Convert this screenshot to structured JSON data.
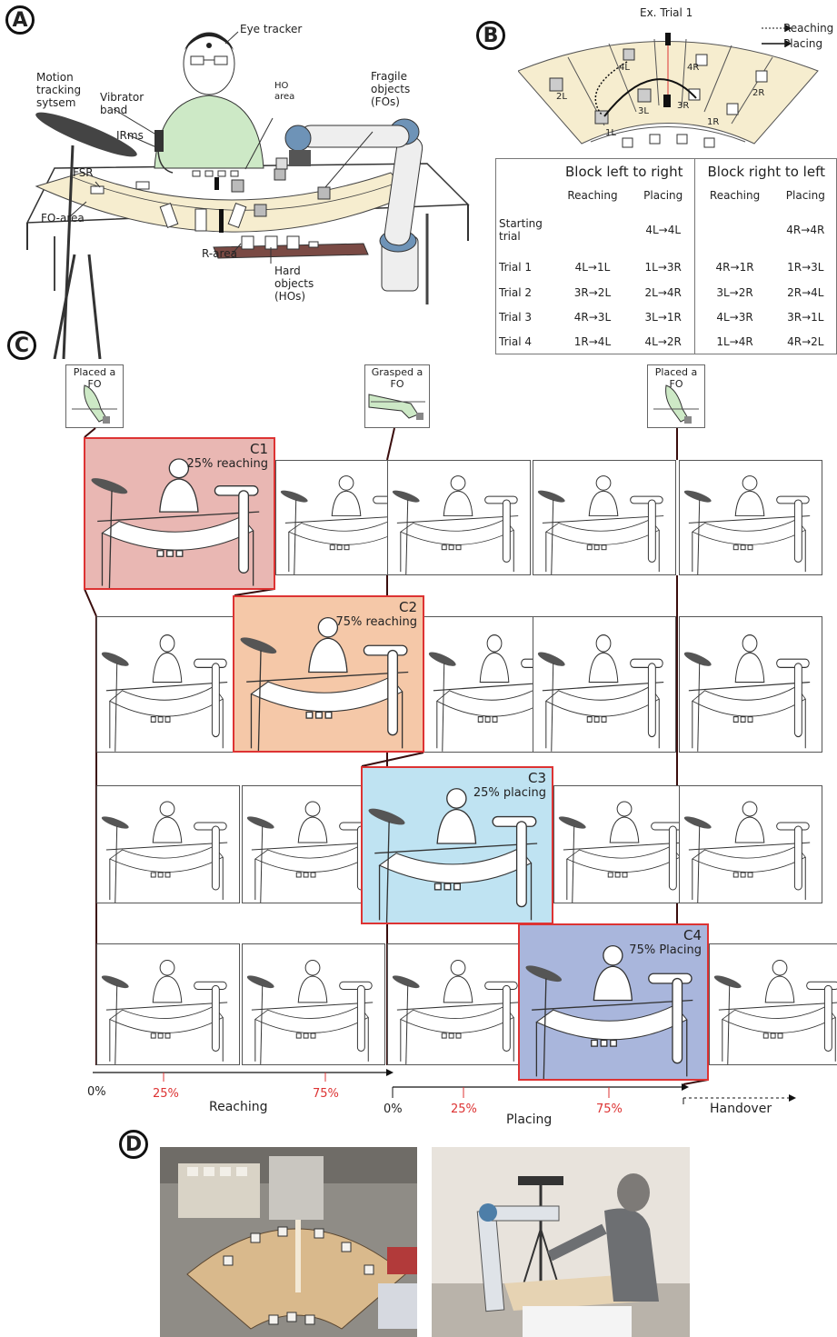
{
  "panels": {
    "a": "A",
    "b": "B",
    "c": "C",
    "d": "D"
  },
  "panel_a": {
    "eye_tracker": "Eye tracker",
    "motion_tracking": [
      "Motion",
      "tracking",
      "sytsem"
    ],
    "vibrator_band": [
      "Vibrator",
      "band"
    ],
    "irms": "IRms",
    "fsr": "FSR",
    "ho_area": [
      "HO",
      "area"
    ],
    "fragile_objects": [
      "Fragile",
      "objects",
      "(FOs)"
    ],
    "fo_area": "FO-area",
    "r_area": "R-area",
    "hard_objects": [
      "Hard",
      "objects",
      "(HOs)"
    ]
  },
  "panel_b": {
    "example_title": "Ex. Trial 1",
    "legend_reaching": "Reaching",
    "legend_placing": "Placing",
    "slot_labels": [
      "2L",
      "4L",
      "1L",
      "3L",
      "3R",
      "4R",
      "2R",
      "1R"
    ],
    "table": {
      "header_left": "Block left to right",
      "header_right": "Block right to left",
      "sub_reaching": "Reaching",
      "sub_placing": "Placing",
      "rows": [
        {
          "label": "Starting trial",
          "l_reach": "",
          "l_place": "4L→4L",
          "r_reach": "",
          "r_place": "4R→4R"
        },
        {
          "label": "Trial 1",
          "l_reach": "4L→1L",
          "l_place": "1L→3R",
          "r_reach": "4R→1R",
          "r_place": "1R→3L"
        },
        {
          "label": "Trial 2",
          "l_reach": "3R→2L",
          "l_place": "2L→4R",
          "r_reach": "3L→2R",
          "r_place": "2R→4L"
        },
        {
          "label": "Trial 3",
          "l_reach": "4R→3L",
          "l_place": "3L→1R",
          "r_reach": "4L→3R",
          "r_place": "3R→1L"
        },
        {
          "label": "Trial 4",
          "l_reach": "1R→4L",
          "l_place": "4L→2R",
          "r_reach": "1L→4R",
          "r_place": "4R→2L"
        }
      ]
    }
  },
  "panel_c": {
    "events": [
      "Placed a FO",
      "Grasped a FO",
      "Placed a FO"
    ],
    "highlights": [
      {
        "id": "C1",
        "caption": "25% reaching",
        "color": "#e9b7b3"
      },
      {
        "id": "C2",
        "caption": "75% reaching",
        "color": "#f5c8a8"
      },
      {
        "id": "C3",
        "caption": "25% placing",
        "color": "#bfe3f2"
      },
      {
        "id": "C4",
        "caption": "75% Placing",
        "color": "#a9b6dc"
      }
    ],
    "axes": {
      "reaching": {
        "start": "0%",
        "t25": "25%",
        "t75": "75%",
        "label": "Reaching"
      },
      "placing": {
        "start": "0%",
        "t25": "25%",
        "t75": "75%",
        "label": "Placing"
      },
      "handover": "Handover"
    }
  },
  "colors": {
    "accent_red": "#d33",
    "c1": "#e9b7b3",
    "c2": "#f5c8a8",
    "c3": "#bfe3f2",
    "c4": "#a9b6dc"
  }
}
